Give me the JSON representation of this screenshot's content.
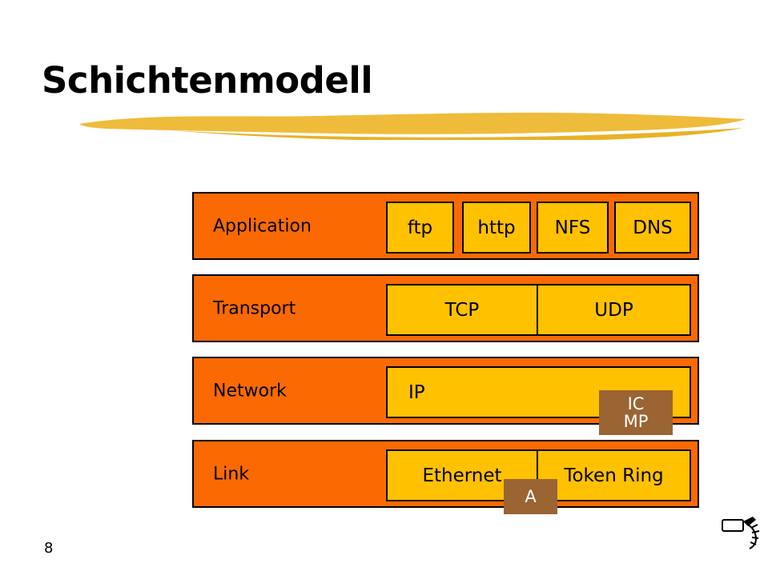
{
  "slide": {
    "title": "Schichtenmodell",
    "page_number": "8",
    "colors": {
      "layer_band": "#FB6A02",
      "protocol_box": "#FFC100",
      "overlay_box": "#9A6433",
      "brush_stroke": "#EFBB3A",
      "text": "#000000"
    }
  },
  "diagram": {
    "type": "layered-stack",
    "layers": [
      {
        "name": "Application",
        "label": "Application",
        "protocols": [
          {
            "id": "ftp",
            "label": "ftp"
          },
          {
            "id": "http",
            "label": "http"
          },
          {
            "id": "nfs",
            "label": "NFS"
          },
          {
            "id": "dns",
            "label": "DNS"
          }
        ]
      },
      {
        "name": "Transport",
        "label": "Transport",
        "protocols": [
          {
            "id": "tcp",
            "label": "TCP"
          },
          {
            "id": "udp",
            "label": "UDP"
          }
        ]
      },
      {
        "name": "Network",
        "label": "Network",
        "protocols": [
          {
            "id": "ip",
            "label": "IP"
          }
        ],
        "overlays": [
          {
            "id": "icmp",
            "line1": "IC",
            "line2": "MP"
          }
        ]
      },
      {
        "name": "Link",
        "label": "Link",
        "protocols": [
          {
            "id": "ethernet",
            "label": "Ethernet"
          },
          {
            "id": "tokenring",
            "label": "Token Ring"
          }
        ],
        "overlays": [
          {
            "id": "arp",
            "label": "A"
          }
        ]
      }
    ]
  },
  "footer": {
    "icon": "hand-pointer-icon"
  }
}
